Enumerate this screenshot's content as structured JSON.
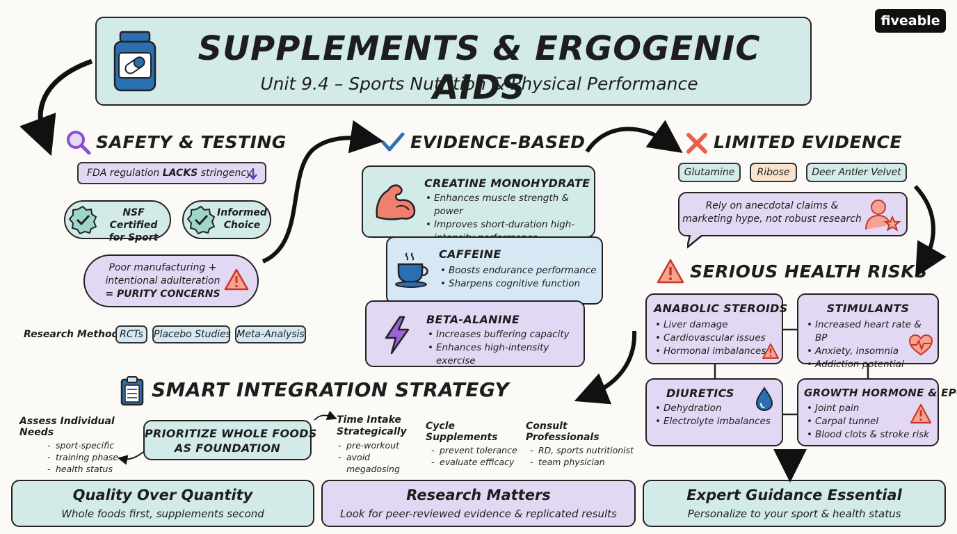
{
  "header": {
    "title": "SUPPLEMENTS & ERGOGENIC AIDS",
    "subtitle": "Unit 9.4 – Sports Nutrition & Physical Performance",
    "brand": "fiveable"
  },
  "safety": {
    "heading": "SAFETY & TESTING",
    "fda_prefix": "FDA regulation ",
    "fda_bold": "LACKS",
    "fda_suffix": " stringency",
    "cert1_line1": "NSF Certified",
    "cert1_line2": "for Sport",
    "cert2_line1": "Informed",
    "cert2_line2": "Choice",
    "purity_line1": "Poor manufacturing +",
    "purity_line2": "intentional adulteration",
    "purity_line3": "= PURITY CONCERNS",
    "methods_label": "Research Methods:",
    "methods": [
      "RCTs",
      "Placebo Studies",
      "Meta-Analysis"
    ]
  },
  "evidence": {
    "heading": "EVIDENCE-BASED",
    "creatine": {
      "title": "CREATINE MONOHYDRATE",
      "points": [
        "Enhances muscle strength & power",
        "Improves short-duration high-intensity performance"
      ]
    },
    "caffeine": {
      "title": "CAFFEINE",
      "points": [
        "Boosts endurance performance",
        "Sharpens cognitive function"
      ]
    },
    "beta": {
      "title": "BETA-ALANINE",
      "points": [
        "Increases buffering capacity",
        "Enhances high-intensity exercise"
      ]
    }
  },
  "limited": {
    "heading": "LIMITED EVIDENCE",
    "tags": [
      "Glutamine",
      "Ribose",
      "Deer Antler Velvet"
    ],
    "note_line1": "Rely on anecdotal claims &",
    "note_line2": "marketing hype, not robust research"
  },
  "risks": {
    "heading": "SERIOUS HEALTH RISKS",
    "steroids": {
      "title": "ANABOLIC STEROIDS",
      "points": [
        "Liver damage",
        "Cardiovascular issues",
        "Hormonal imbalances"
      ]
    },
    "stimulants": {
      "title": "STIMULANTS",
      "points": [
        "Increased heart rate & BP",
        "Anxiety, insomnia",
        "Addiction potential"
      ]
    },
    "diuretics": {
      "title": "DIURETICS",
      "points": [
        "Dehydration",
        "Electrolyte imbalances"
      ]
    },
    "growth": {
      "title": "GROWTH HORMONE & EPO",
      "points": [
        "Joint pain",
        "Carpal tunnel",
        "Blood clots & stroke risk"
      ]
    }
  },
  "strategy": {
    "heading": "SMART INTEGRATION STRATEGY",
    "assess": {
      "title": "Assess Individual Needs",
      "points": [
        "sport-specific",
        "training phase",
        "health status"
      ]
    },
    "prioritize_line1": "PRIORITIZE WHOLE FOODS",
    "prioritize_line2": "AS FOUNDATION",
    "timing": {
      "title_line1": "Time Intake",
      "title_line2": "Strategically",
      "points": [
        "pre-workout",
        "avoid megadosing"
      ]
    },
    "cycle": {
      "title": "Cycle Supplements",
      "points": [
        "prevent tolerance",
        "evaluate efficacy"
      ]
    },
    "consult": {
      "title": "Consult Professionals",
      "points": [
        "RD, sports nutritionist",
        "team physician"
      ]
    }
  },
  "takeaways": [
    {
      "title": "Quality Over Quantity",
      "text": "Whole foods first, supplements second"
    },
    {
      "title": "Research Matters",
      "text": "Look for peer-reviewed evidence & replicated results"
    },
    {
      "title": "Expert Guidance Essential",
      "text": "Personalize to your sport & health status"
    }
  ],
  "colors": {
    "teal": "#d3ebe8",
    "lavender": "#e2d8f3",
    "blue": "#d6e8f4",
    "peach": "#f8e3cf",
    "risk_red": "#e8604f",
    "check_blue": "#2f6fb5"
  }
}
